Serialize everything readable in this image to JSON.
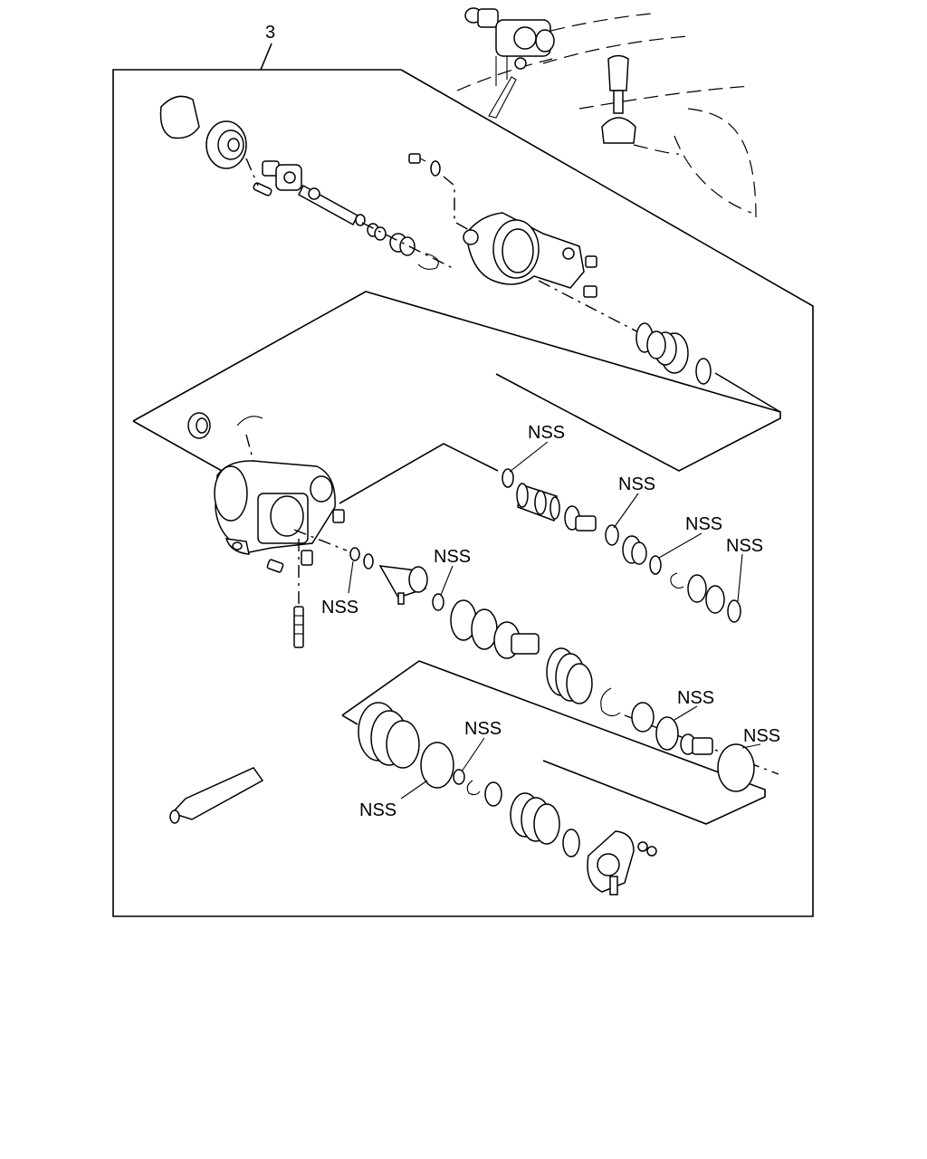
{
  "callout_number": "3",
  "labels": {
    "nss": "NSS"
  },
  "nss_labels": [
    {
      "id": "nss-1",
      "text": "NSS"
    },
    {
      "id": "nss-2",
      "text": "NSS"
    },
    {
      "id": "nss-3",
      "text": "NSS"
    },
    {
      "id": "nss-4",
      "text": "NSS"
    },
    {
      "id": "nss-5",
      "text": "NSS"
    },
    {
      "id": "nss-6",
      "text": "NSS"
    },
    {
      "id": "nss-7",
      "text": "NSS"
    },
    {
      "id": "nss-8",
      "text": "NSS"
    },
    {
      "id": "nss-9",
      "text": "NSS"
    }
  ]
}
